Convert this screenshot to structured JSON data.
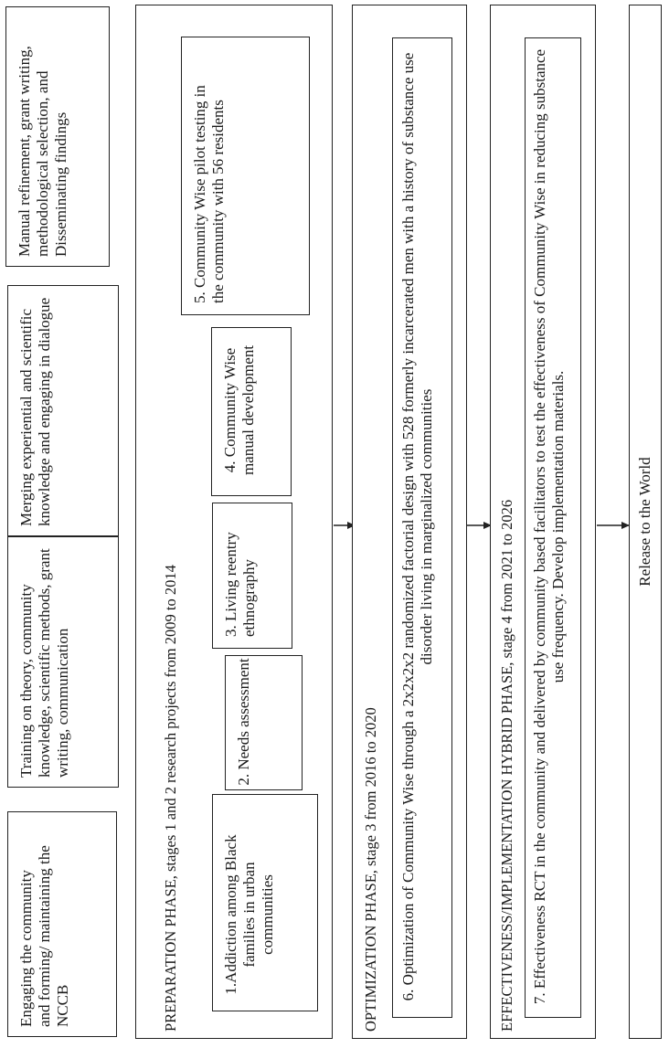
{
  "top_row": [
    "Engaging the community and forming/ maintaining the NCCB",
    "Training  on theory, community knowledge, scientific methods, grant writing, communication",
    "Merging experiential and scientific knowledge and engaging in dialogue",
    "Manual refinement, grant writing, methodological selection, and Disseminating findings"
  ],
  "preparation": {
    "title": "PREPARATION PHASE, stages 1 and 2 research projects from 2009 to 2014",
    "steps": [
      "1.Addiction among Black families in urban communities",
      "2. Needs assessment",
      "3. Living reentry ethnography",
      "4. Community Wise manual development",
      "5. Community Wise pilot testing in the community with 56 residents"
    ]
  },
  "optimization": {
    "title": "OPTIMIZATION  PHASE, stage 3 from 2016 to 2020",
    "body": "6. Optimization of Community Wise through a 2x2x2x2 randomized factorial design with 528 formerly incarcerated men with a history of substance use disorder living in marginalized communities"
  },
  "effectiveness": {
    "title": "EFFECTIVENESS/IMPLEMENTATION  HYBRID PHASE, stage 4 from 2021 to 2026",
    "body": "7. Effectiveness RCT in the community and delivered by community based facilitators to test the effectiveness of Community Wise in reducing substance use frequency. Develop implementation materials."
  },
  "release": {
    "label": "Release to the World"
  }
}
